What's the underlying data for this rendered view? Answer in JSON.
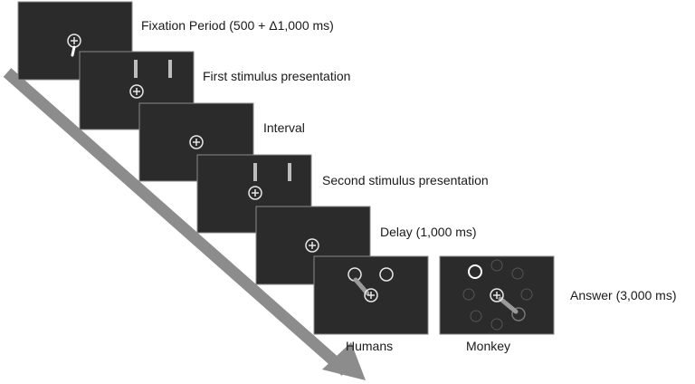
{
  "colors": {
    "screen_fill": "#2b2b2b",
    "screen_border": "#8a8a8a",
    "stimulus_bar": "#bdbdbd",
    "fixation_stroke": "#e8e8e8",
    "arrow": "#8c8c8c",
    "target_dim": "#555555"
  },
  "steps": [
    {
      "label": "Fixation Period (500 + Δ1,000 ms)"
    },
    {
      "label": "First stimulus presentation"
    },
    {
      "label": "Interval"
    },
    {
      "label": "Second stimulus presentation"
    },
    {
      "label": "Delay (1,000 ms)"
    }
  ],
  "answer": {
    "label": "Answer (3,000 ms)",
    "humans_label": "Humans",
    "monkey_label": "Monkey"
  },
  "icons": {
    "fixation": "fixation-cross-circle-icon",
    "target": "target-circle-icon",
    "hand": "hand-cursor-icon"
  }
}
